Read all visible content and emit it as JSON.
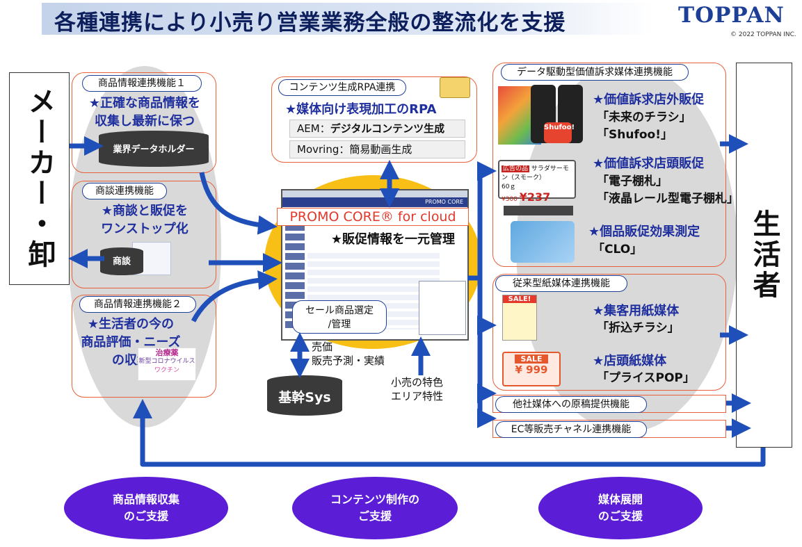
{
  "header": {
    "title": "各種連携により小売り営業業務全般の整流化を支援",
    "logo": "TOPPAN",
    "copyright": "© 2022 TOPPAN INC."
  },
  "left_entity": "メーカー・卸",
  "right_entity": "生活者",
  "left_panels": [
    {
      "label": "商品情報連携機能１",
      "lines": [
        "★正確な商品情報を",
        "収集し最新に保つ"
      ],
      "db": "業界データホルダー"
    },
    {
      "label": "商談連携機能",
      "lines": [
        "★商談と販促を",
        "ワンストップ化"
      ],
      "db": "商談"
    },
    {
      "label": "商品情報連携機能２",
      "lines": [
        "★生活者の今の",
        "商品評価・ニーズ",
        "の収集"
      ],
      "wordcloud": [
        "治療薬",
        "新型コロナウイルス",
        "ワクチン"
      ]
    }
  ],
  "center": {
    "rpa_label": "コンテンツ生成RPA連携",
    "rpa_title": "★媒体向け表現加工のRPA",
    "rpa_items": [
      {
        "name": "AEM",
        "sep": "：",
        "desc": "デジタルコンテンツ生成"
      },
      {
        "name": "Movring",
        "sep": "：",
        "desc": "簡易動画生成"
      }
    ],
    "product": "PROMO CORE® for cloud",
    "product_title": "★販促情報を一元管理",
    "sale_select": [
      "セール商品選定",
      "/管理"
    ],
    "sales_labels": [
      "売価",
      "販売予測・実績"
    ],
    "kikan_db": "基幹Sys",
    "store_labels": [
      "小売の特色",
      "エリア特性"
    ],
    "screen_logo": "PROMO CORE"
  },
  "right_panels": {
    "data_driven_label": "データ駆動型価値訴求媒体連携機能",
    "items": [
      {
        "title": "★価値訴求店外販促",
        "sub": [
          "「未来のチラシ」",
          "「Shufoo!」"
        ]
      },
      {
        "title": "★価値訴求店頭販促",
        "sub": [
          "「電子棚札」",
          "「液晶レール型電子棚札」"
        ]
      },
      {
        "title": "★個品販促効果測定",
        "sub": [
          "「CLO」"
        ]
      }
    ],
    "shufoo_badge": "Shufoo!",
    "esl_tag": {
      "flag": "広告の品",
      "name": "サラダサーモン（スモーク）",
      "weight": "60ｇ",
      "old_price": "¥300",
      "price": "¥237"
    },
    "paper_label": "従来型紙媒体連携機能",
    "paper_items": [
      {
        "title": "★集客用紙媒体",
        "sub": [
          "「折込チラシ」"
        ]
      },
      {
        "title": "★店頭紙媒体",
        "sub": [
          "「プライスPOP」"
        ]
      }
    ],
    "sale_pop": {
      "tag": "SALE",
      "price": "¥ 999"
    },
    "flyer_tag": "SALE!",
    "other_label": "他社媒体への原稿提供機能",
    "ec_label": "EC等販売チャネル連携機能"
  },
  "bottom": [
    {
      "lines": [
        "商品情報収集",
        "のご支援"
      ]
    },
    {
      "lines": [
        "コンテンツ制作の",
        "ご支援"
      ]
    },
    {
      "lines": [
        "媒体展開",
        "のご支援"
      ]
    }
  ]
}
